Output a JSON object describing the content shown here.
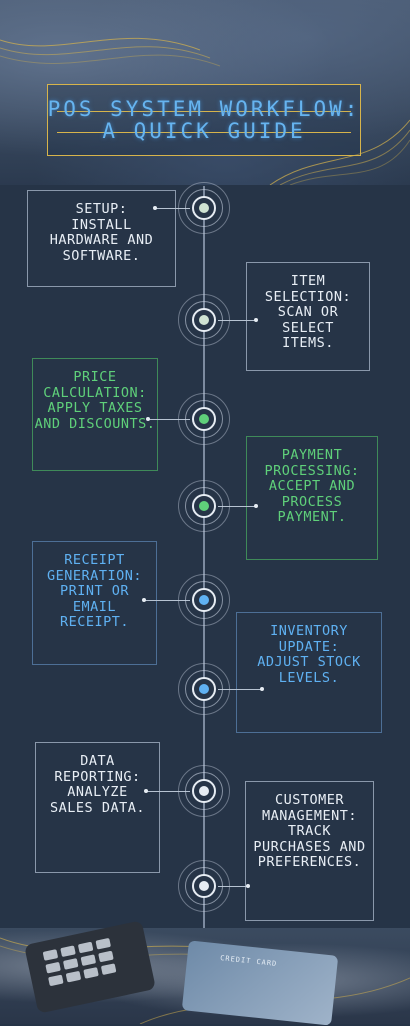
{
  "title": "POS SYSTEM WORKFLOW: A QUICK GUIDE",
  "steps": [
    {
      "text": "SETUP: INSTALL HARDWARE AND SOFTWARE."
    },
    {
      "text": "ITEM SELECTION: SCAN OR SELECT ITEMS."
    },
    {
      "text": "PRICE CALCULATION: APPLY TAXES AND DISCOUNTS."
    },
    {
      "text": "PAYMENT PROCESSING: ACCEPT AND PROCESS PAYMENT."
    },
    {
      "text": "RECEIPT GENERATION: PRINT OR EMAIL RECEIPT."
    },
    {
      "text": "INVENTORY UPDATE: ADJUST STOCK LEVELS."
    },
    {
      "text": "DATA REPORTING: ANALYZE SALES DATA."
    },
    {
      "text": "CUSTOMER MANAGEMENT: TRACK PURCHASES AND PREFERENCES."
    }
  ],
  "footer_card_text": "CREDIT CARD",
  "colors": {
    "background": "#263447",
    "title": "#66b4f0",
    "gold_accent": "#d7b44b",
    "white_text": "#e8eef5",
    "green_text": "#5fd07a",
    "blue_text": "#5fb1f2"
  }
}
